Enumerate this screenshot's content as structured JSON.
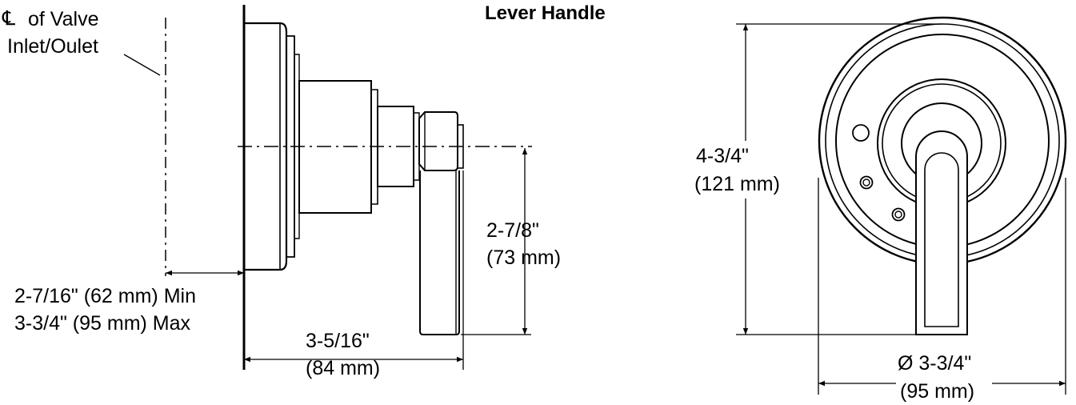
{
  "title": "Lever Handle",
  "centerline": {
    "symbol": "℄",
    "line1": "of Valve",
    "line2": "Inlet/Oulet"
  },
  "dims": {
    "depth_min": "2-7/16\" (62 mm) Min",
    "depth_max": "3-3/4\" (95 mm) Max",
    "handle_drop_in": "2-7/8\"",
    "handle_drop_mm": "(73 mm)",
    "projection_in": "3-5/16\"",
    "projection_mm": "(84 mm)",
    "height_in": "4-3/4\"",
    "height_mm": "(121 mm)",
    "diameter_in": "Ø 3-3/4\"",
    "diameter_mm": "(95 mm)"
  }
}
